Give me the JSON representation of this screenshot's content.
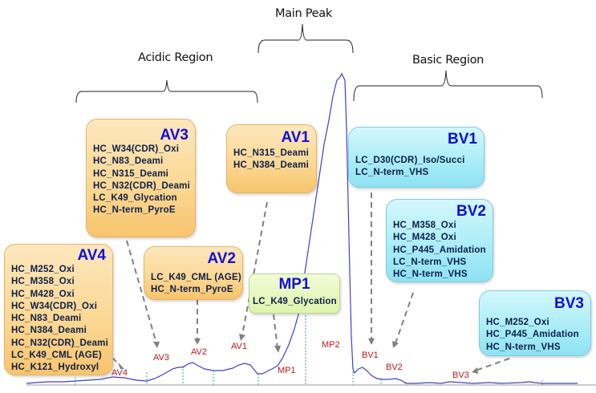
{
  "regions": {
    "acidic": "Acidic Region",
    "main": "Main Peak",
    "basic": "Basic Region"
  },
  "boxes": {
    "AV4": {
      "title": "AV4",
      "items": [
        "HC_M252_Oxi",
        "HC_M358_Oxi",
        "HC_M428_Oxi",
        "HC_W34(CDR)_Oxi",
        "HC_N83_Deami",
        "HC_N384_Deami",
        "HC_N32(CDR)_Deami",
        "LC_K49_CML (AGE)",
        "HC_K121_Hydroxyl"
      ]
    },
    "AV3": {
      "title": "AV3",
      "items": [
        "HC_W34(CDR)_Oxi",
        "HC_N83_Deami",
        "HC_N315_Deami",
        "HC_N32(CDR)_Deami",
        "LC_K49_Glycation",
        "HC_N-term_PyroE"
      ]
    },
    "AV2": {
      "title": "AV2",
      "items": [
        "LC_K49_CML (AGE)",
        "HC_N-term_PyroE"
      ]
    },
    "AV1": {
      "title": "AV1",
      "items": [
        "HC_N315_Deami",
        "HC_N384_Deami"
      ]
    },
    "MP1": {
      "title": "MP1",
      "items": [
        "LC_K49_Glycation"
      ]
    },
    "BV1": {
      "title": "BV1",
      "items": [
        "LC_D30(CDR)_Iso/Succi",
        "LC_N-term_VHS"
      ]
    },
    "BV2": {
      "title": "BV2",
      "items": [
        "HC_M358_Oxi",
        "HC_M428_Oxi",
        "HC_P445_Amidation",
        "LC_N-term_VHS",
        "HC_N-term_VHS"
      ]
    },
    "BV3": {
      "title": "BV3",
      "items": [
        "HC_M252_Oxi",
        "HC_P445_Amidation",
        "HC_N-term_VHS"
      ]
    }
  },
  "peak_labels": [
    "AV4",
    "AV3",
    "AV2",
    "AV1",
    "MP1",
    "MP2",
    "BV1",
    "BV2",
    "BV3"
  ],
  "colors": {
    "trace": "#4040c8",
    "peak_label": "#c4161c",
    "box_title": "#1010d8",
    "box_text": "#0c1f4a",
    "acidic_box": "#fbd996",
    "main_box": "#dff4ad",
    "basic_box": "#a8ecf7",
    "arrow": "#808080"
  }
}
